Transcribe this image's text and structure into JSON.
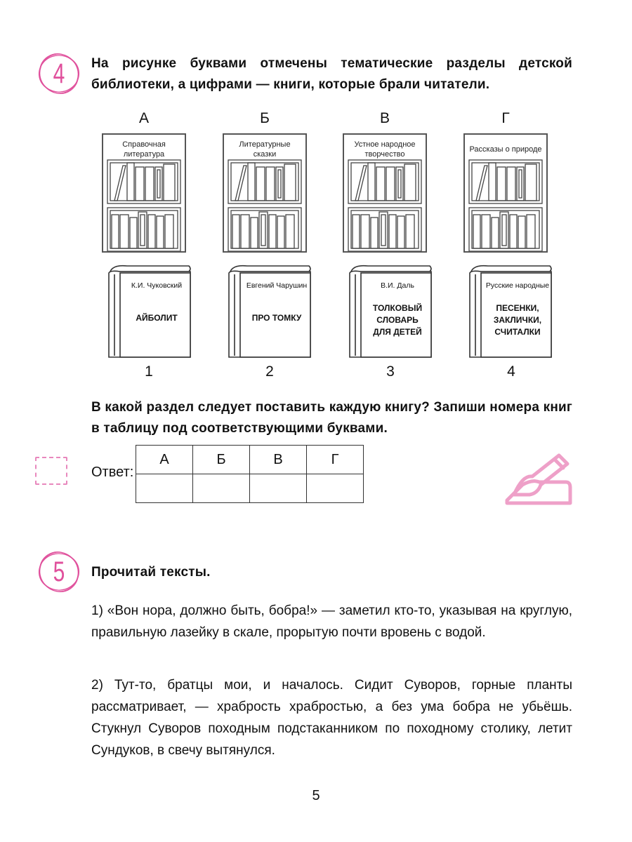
{
  "task4": {
    "number": "4",
    "text": "На рисунке буквами отмечены тематические разделы детской библиотеки, а цифрами — книги, которые брали читатели.",
    "sections": [
      {
        "letter": "А",
        "label": "Справочная литература"
      },
      {
        "letter": "Б",
        "label": "Литературные сказки"
      },
      {
        "letter": "В",
        "label": "Устное народное творчество"
      },
      {
        "letter": "Г",
        "label": "Рассказы о природе"
      }
    ],
    "books": [
      {
        "number": "1",
        "author": "К.И. Чуковский",
        "title": "АЙБОЛИТ"
      },
      {
        "number": "2",
        "author": "Евгений Чарушин",
        "title": "ПРО ТОМКУ"
      },
      {
        "number": "3",
        "author": "В.И. Даль",
        "title": "ТОЛКОВЫЙ СЛОВАРЬ ДЛЯ ДЕТЕЙ"
      },
      {
        "number": "4",
        "author": "Русские народные",
        "title": "ПЕСЕНКИ, ЗАКЛИЧКИ, СЧИТАЛКИ"
      }
    ],
    "question": "В какой раздел следует поставить каждую книгу? Запиши номера книг в таблицу под соответствующими буквами.",
    "answer_label": "Ответ:",
    "table_headers": [
      "А",
      "Б",
      "В",
      "Г"
    ],
    "table_answers": [
      "",
      "",
      "",
      ""
    ]
  },
  "task5": {
    "number": "5",
    "title": "Прочитай тексты.",
    "text1": "1) «Вон нора, должно быть, бобра!» — заметил кто-то, указывая на круглую, правильную лазейку в скале, прорытую почти вровень с водой.",
    "text2": "2) Тут-то, братцы мои, и началось. Сидит Суворов, горные планты рассматривает, — храбрость храбростью, а без ума бобра не убьёшь. Стукнул Суворов походным подстаканником по походному столику, летит Сундуков, в свечу вытянулся."
  },
  "page_number": "5",
  "colors": {
    "accent": "#e0509c",
    "pencil": "#eea0c8",
    "line": "#555555"
  },
  "icons": {
    "badge": "rose-circle-icon",
    "pencil": "pencil-writing-icon",
    "answer_box": "dashed-box-icon"
  }
}
